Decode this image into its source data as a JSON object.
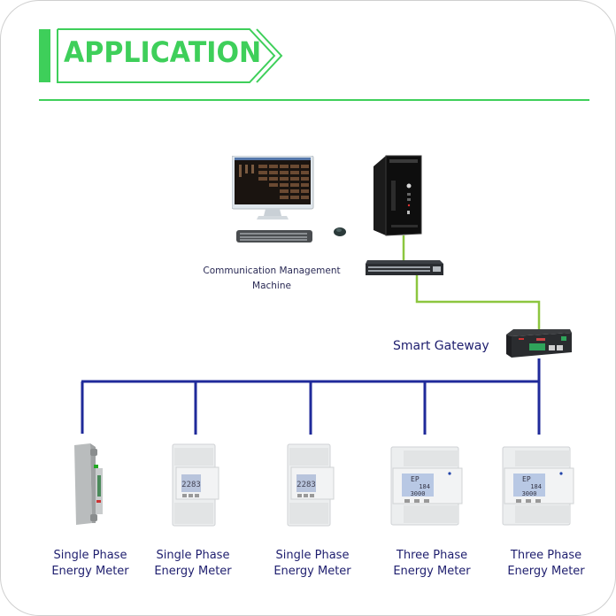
{
  "header": {
    "title": "APPLICATION",
    "accent_color": "#3ecf5a"
  },
  "diagram": {
    "colors": {
      "ethernet_line": "#8cc63f",
      "rs485_bus": "#1f2a9a",
      "label_text": "#1e1e6e"
    },
    "nodes": {
      "management_machine": {
        "label": "Communication Management Machine",
        "label_line1": "Communication Management",
        "label_line2": "Machine",
        "icon": "computer-workstation-icon"
      },
      "server": {
        "icon": "server-tower-icon"
      },
      "switch": {
        "icon": "network-switch-icon"
      },
      "gateway": {
        "label": "Smart Gateway",
        "icon": "gateway-device-icon"
      }
    },
    "meters": [
      {
        "line1": "Single Phase",
        "line2": "Energy Meter",
        "icon": "din-rail-meter-1p-slim-icon",
        "display": ""
      },
      {
        "line1": "Single Phase",
        "line2": "Energy Meter",
        "icon": "din-rail-meter-1p-icon",
        "display": "2283"
      },
      {
        "line1": "Single Phase",
        "line2": "Energy Meter",
        "icon": "din-rail-meter-1p-icon",
        "display": "2283"
      },
      {
        "line1": "Three Phase",
        "line2": "Energy Meter",
        "icon": "din-rail-meter-3p-icon",
        "display_top": "EP",
        "display_mid": "184",
        "display_bot": "3000"
      },
      {
        "line1": "Three Phase",
        "line2": "Energy Meter",
        "icon": "din-rail-meter-3p-icon",
        "display_top": "EP",
        "display_mid": "184",
        "display_bot": "3000"
      }
    ]
  }
}
